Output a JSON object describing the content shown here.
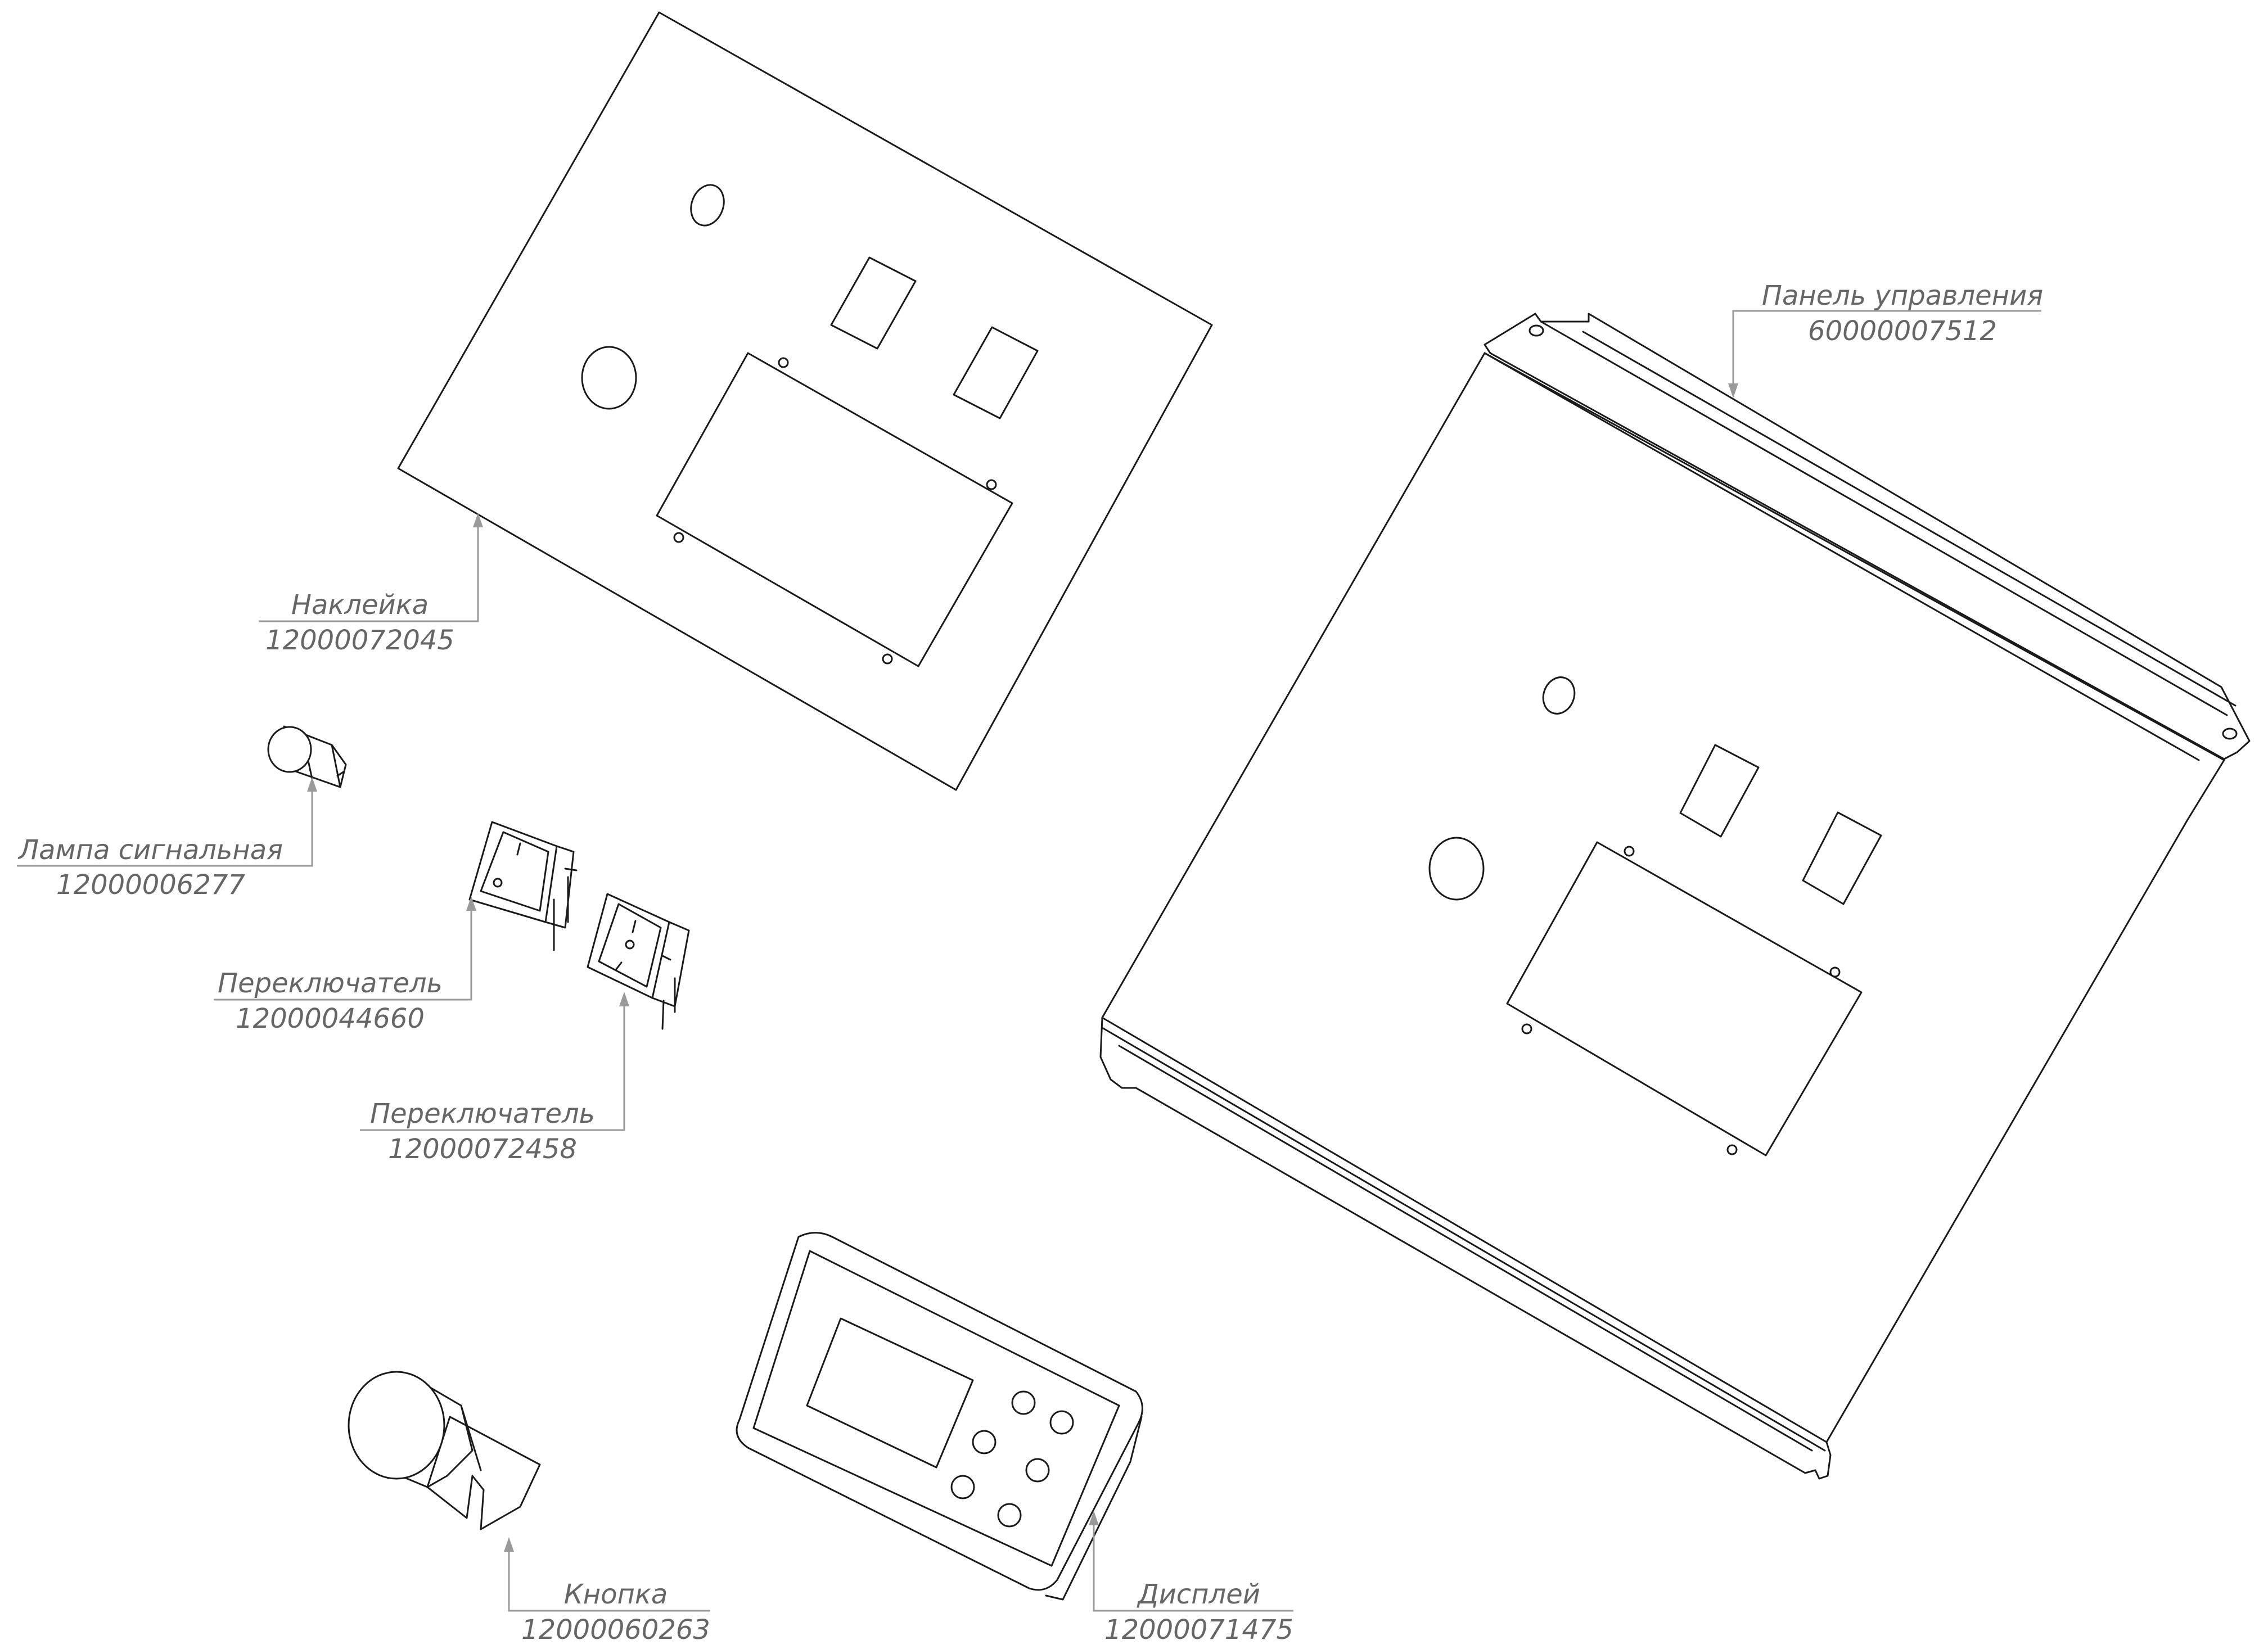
{
  "callouts": [
    {
      "id": "panel",
      "name": "Панель управления",
      "code": "60000007512"
    },
    {
      "id": "sticker",
      "name": "Наклейка",
      "code": "12000072045"
    },
    {
      "id": "lamp",
      "name": "Лампа сигнальная",
      "code": "12000006277"
    },
    {
      "id": "switch1",
      "name": "Переключатель",
      "code": "12000044660"
    },
    {
      "id": "switch2",
      "name": "Переключатель",
      "code": "12000072458"
    },
    {
      "id": "button",
      "name": "Кнопка",
      "code": "12000060263"
    },
    {
      "id": "display",
      "name": "Дисплей",
      "code": "12000071475"
    }
  ]
}
